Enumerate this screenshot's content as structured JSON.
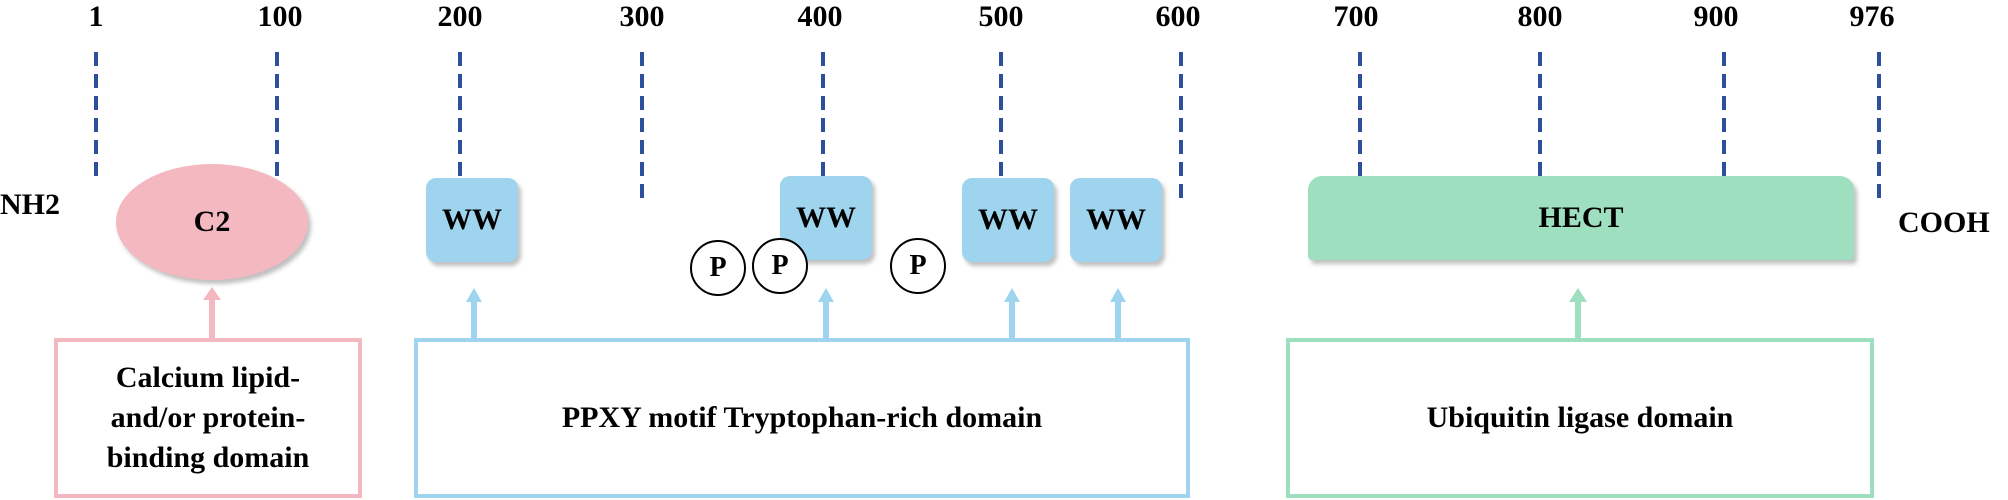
{
  "diagram": {
    "ticks": [
      "1",
      "100",
      "200",
      "300",
      "400",
      "500",
      "600",
      "700",
      "800",
      "900",
      "976"
    ],
    "n_terminus": "NH2",
    "c_terminus": "COOH",
    "domains": {
      "c2": "C2",
      "ww1": "WW",
      "ww2": "WW",
      "ww3": "WW",
      "ww4": "WW",
      "hect": "HECT"
    },
    "phospho": [
      "P",
      "P",
      "P"
    ],
    "descriptions": {
      "c2": "Calcium lipid-and/or protein-binding domain",
      "ww": "PPXY motif Tryptophan-rich domain",
      "hect": "Ubiquitin ligase domain"
    },
    "colors": {
      "c2": "#f4b8c1",
      "ww": "#9fd4ef",
      "hect": "#9ddfbf",
      "dash": "#2e4f9c"
    }
  }
}
